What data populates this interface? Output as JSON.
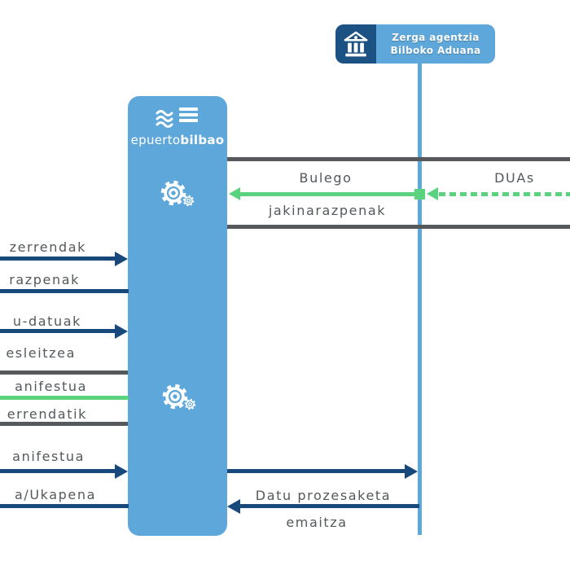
{
  "header": {
    "line1": "Zerga agentzia",
    "line2": "Bilboko Aduana"
  },
  "actor": {
    "logo_prefix": "epuerto",
    "logo_suffix": "bilbao"
  },
  "messages": {
    "bulego_top": "Bulego",
    "bulego_bottom": "jakinarazpenak",
    "duas": "DUAs",
    "row1": "zerrendak",
    "row2": "razpenak",
    "row3_top": "u-datuak",
    "row3_bottom": "esleitzea",
    "box2_top": "anifestua",
    "box2_bottom": "errendatik",
    "row4": "anifestua",
    "row5": "a/Ukapena",
    "result_top": "Datu prozesaketa",
    "result_bottom": "emaitza"
  },
  "icons": {
    "header": "bank-building-icon",
    "actor_logo": "waves-bars-icon",
    "process": "gear-icon"
  },
  "colors": {
    "light_blue": "#5ea7db",
    "dark_blue": "#1c5184",
    "navy_arrow": "#17497c",
    "green_arrow": "#5bd27e",
    "frame_gray": "#55595c",
    "label_gray": "#54585a"
  }
}
